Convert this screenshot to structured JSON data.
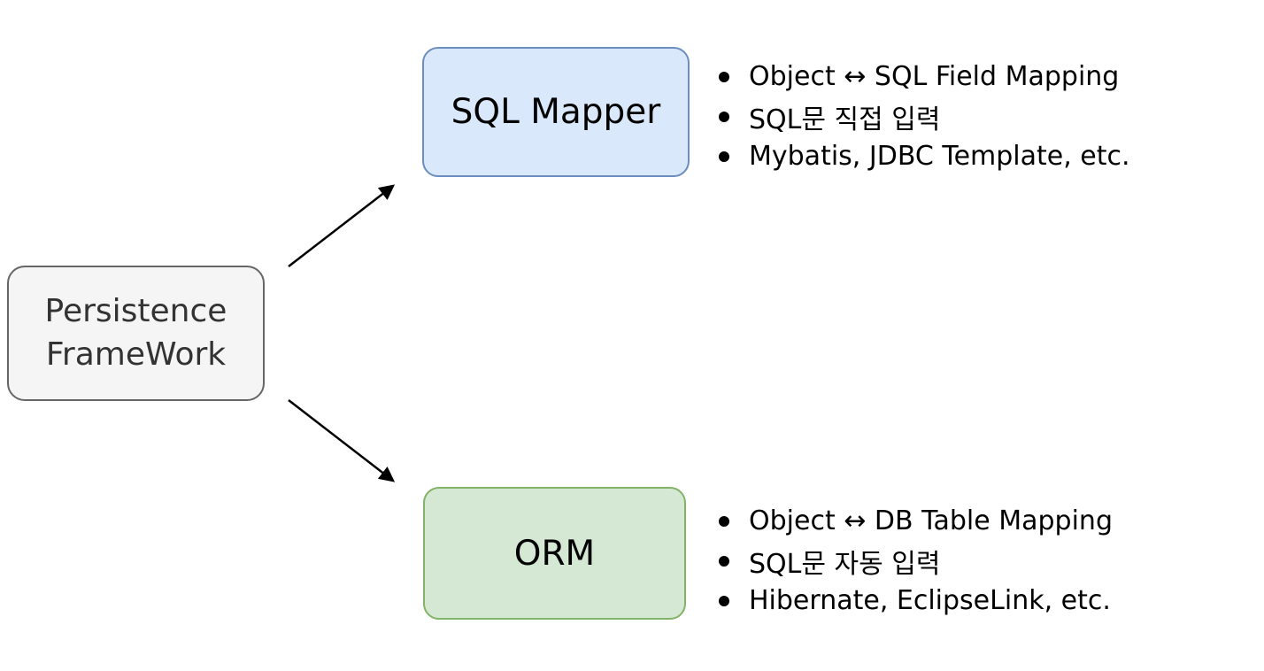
{
  "diagram": {
    "background": "#FFFFFF",
    "arrow_color": "#000000",
    "root_node": {
      "label": "Persistence\nFrameWork",
      "fill": "#F5F5F5",
      "border_color": "#666666",
      "text_color": "#333333"
    },
    "branches": [
      {
        "node": {
          "label": "SQL Mapper",
          "fill": "#DAE8FC",
          "border_color": "#6C8EBF",
          "text_color": "#000000"
        },
        "bullets": [
          "Object ↔ SQL Field Mapping",
          "SQL문 직접 입력",
          "Mybatis, JDBC Template, etc."
        ]
      },
      {
        "node": {
          "label": "ORM",
          "fill": "#D5E8D4",
          "border_color": "#82B366",
          "text_color": "#000000"
        },
        "bullets": [
          "Object ↔ DB Table Mapping",
          "SQL문 자동 입력",
          "Hibernate, EclipseLink, etc."
        ]
      }
    ]
  }
}
